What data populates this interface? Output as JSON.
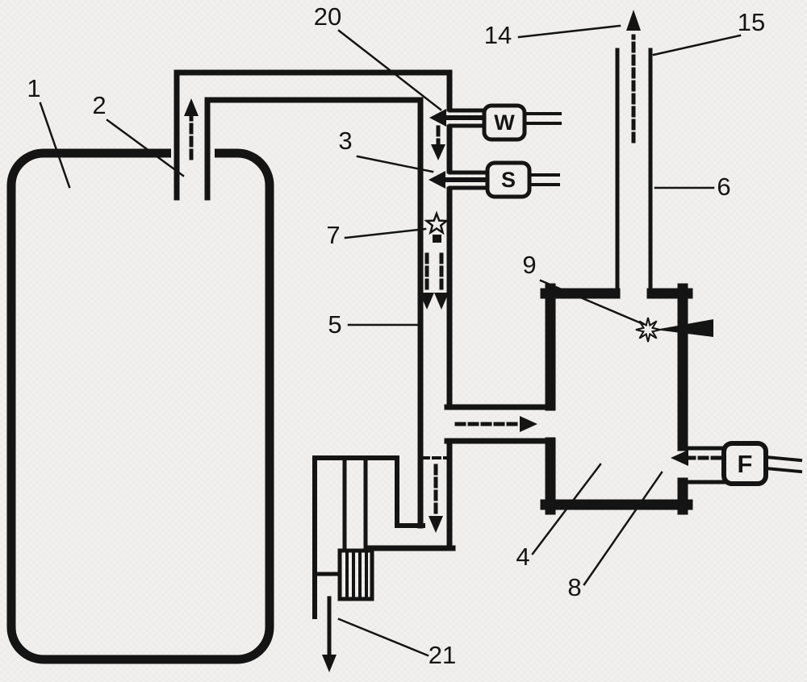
{
  "figure": {
    "type": "patent-schematic",
    "ink_color": "#141414",
    "paper_color": "#f1f0ee",
    "paper_alt_color": "#edecea"
  },
  "labels": {
    "n1": "1",
    "n2": "2",
    "n3": "3",
    "n4": "4",
    "n5": "5",
    "n6": "6",
    "n7": "7",
    "n8": "8",
    "n9": "9",
    "n14": "14",
    "n15": "15",
    "n20": "20",
    "n21": "21"
  },
  "boxes": {
    "water": "W",
    "steam": "S",
    "fuel": "F"
  }
}
